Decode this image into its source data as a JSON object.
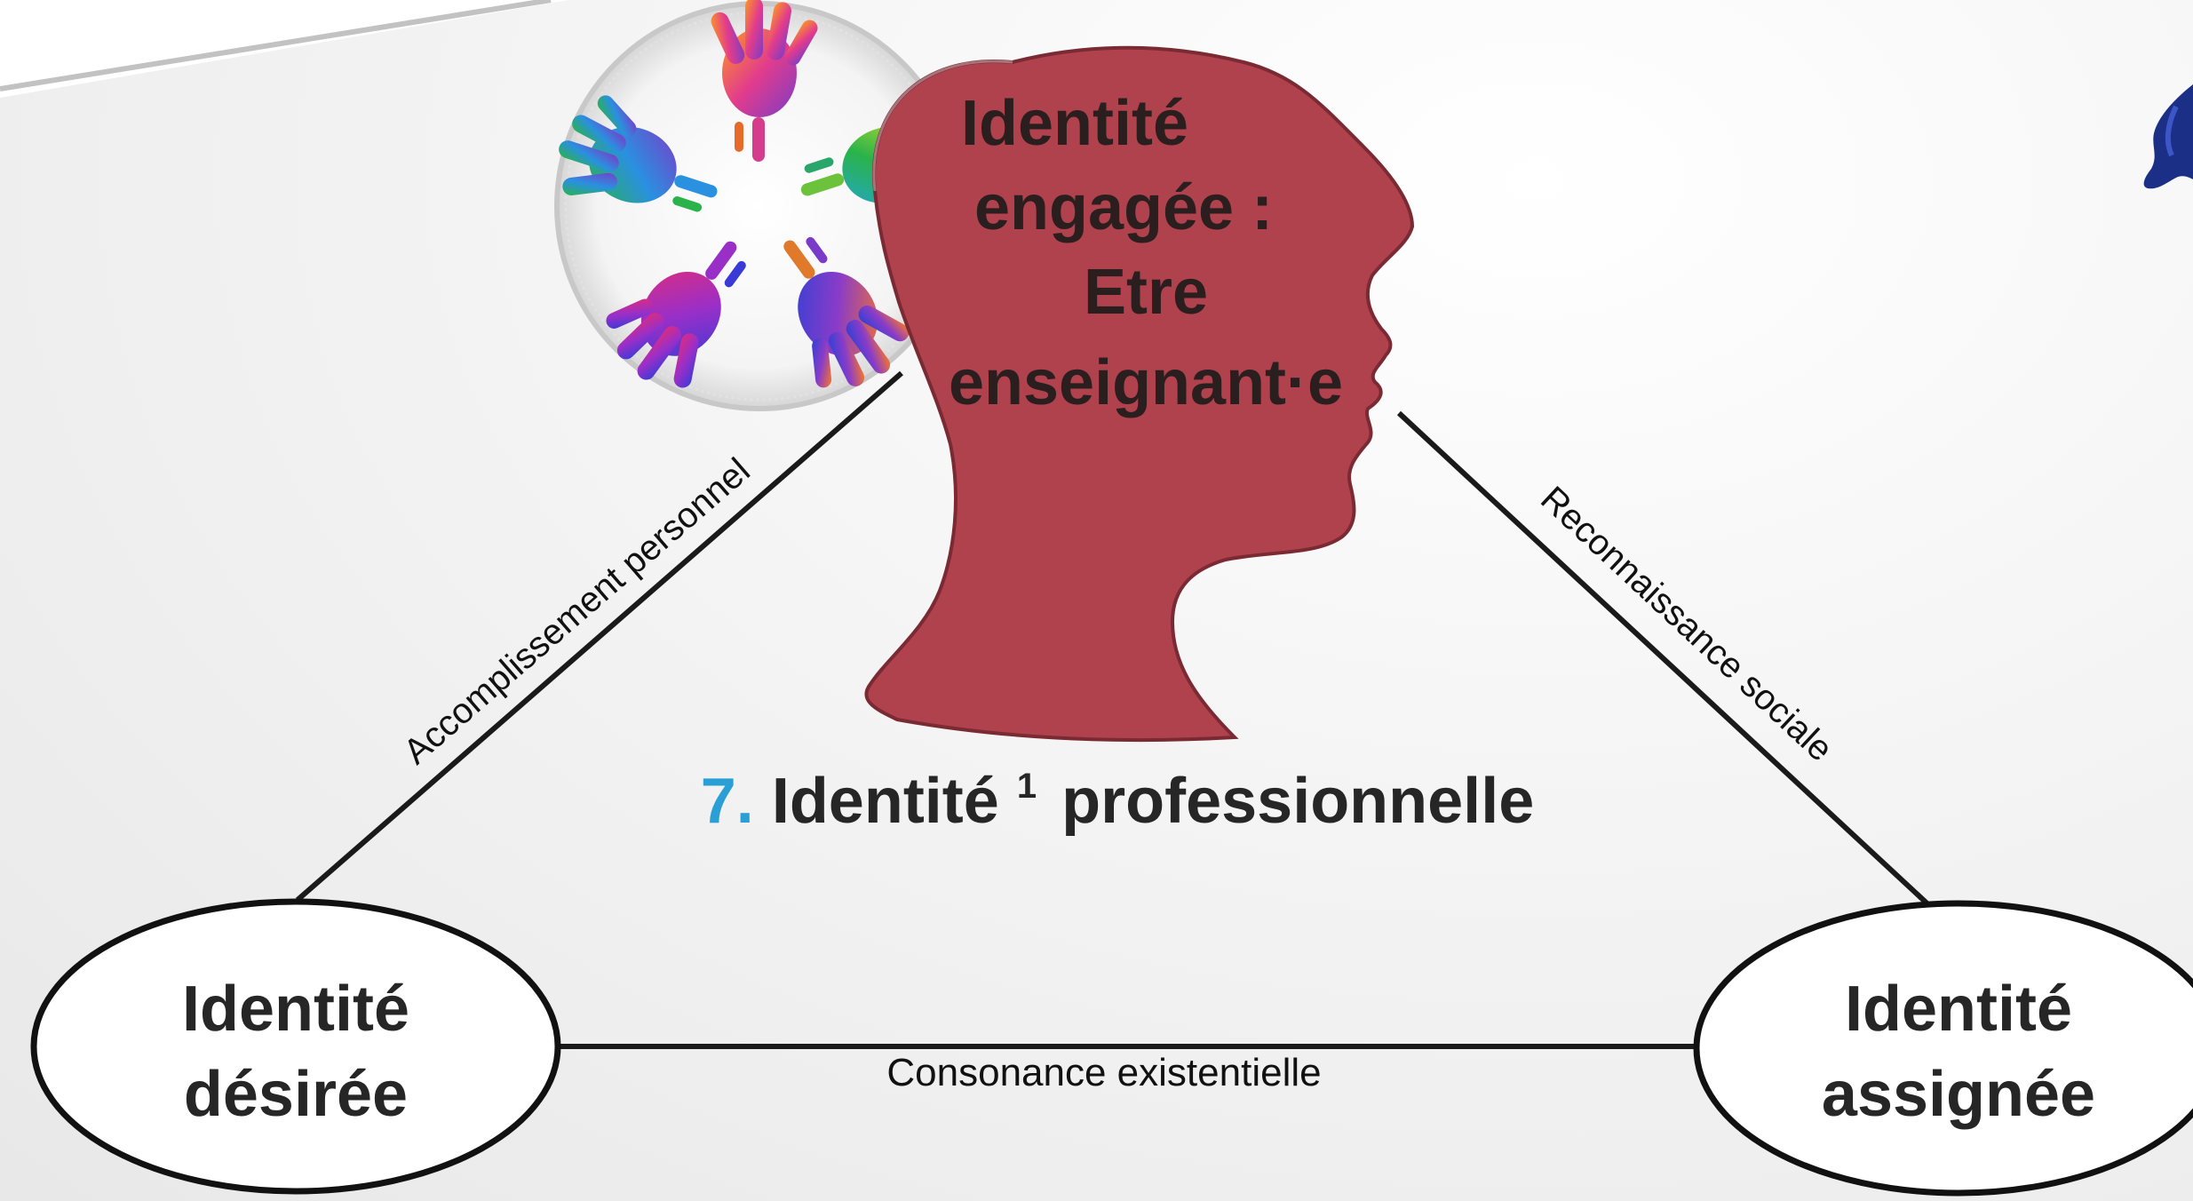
{
  "center_head": {
    "lines": [
      "Identité",
      "engagée :",
      "Etre",
      "enseignant·e"
    ],
    "fill_color": "#b0424d"
  },
  "left_node": {
    "lines": [
      "Identité",
      "désirée"
    ]
  },
  "right_node": {
    "lines": [
      "Identité",
      "assignée"
    ]
  },
  "edges": {
    "left": "Accomplissement personnel",
    "right": "Reconnaissance sociale",
    "base": "Consonance existentielle"
  },
  "title": {
    "number": "7.",
    "text": "Identité",
    "superscript": "1",
    "suffix": "professionnelle",
    "number_color": "#2a9fd6"
  },
  "decor": {
    "hands_logo": "hands-circle-logo",
    "corner_icon": "blue-figure-icon"
  }
}
